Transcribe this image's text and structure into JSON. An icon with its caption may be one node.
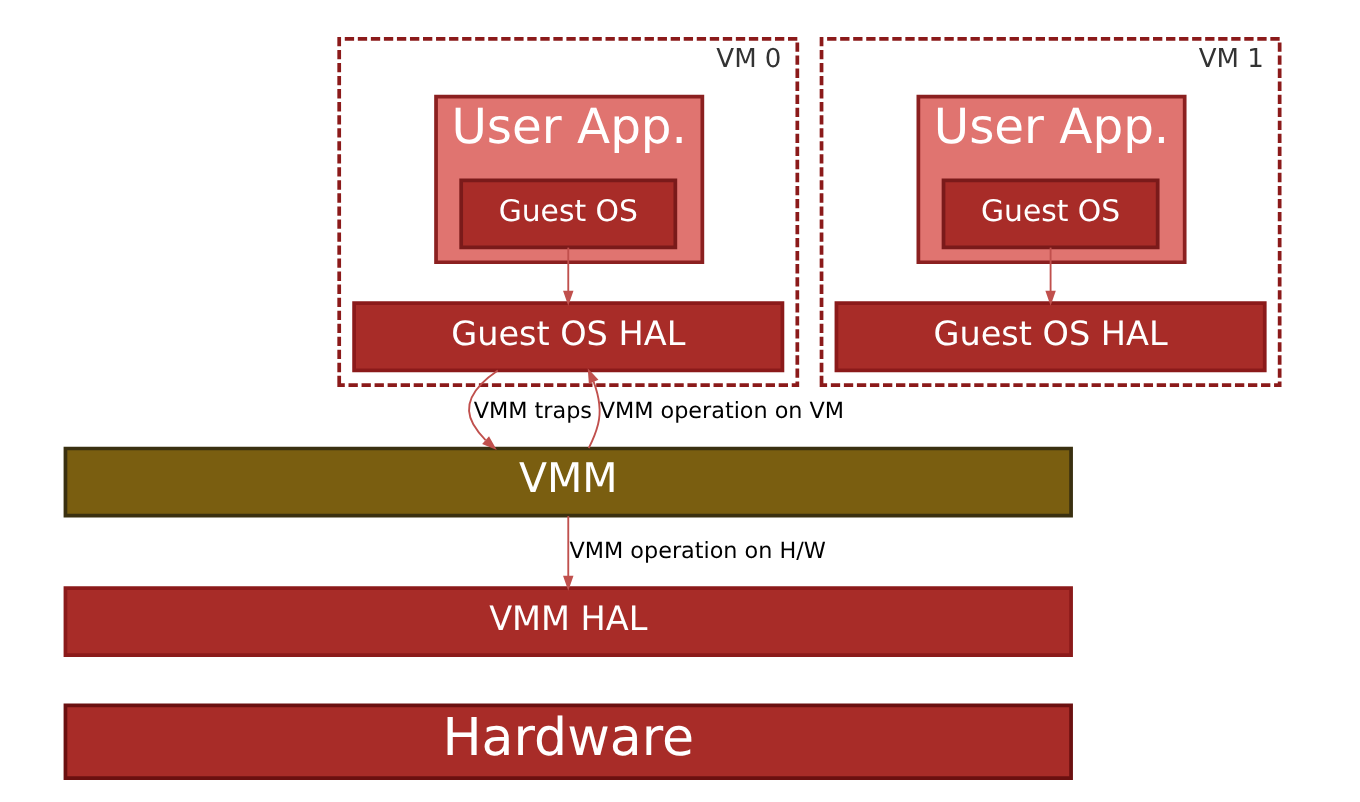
{
  "diagram": {
    "nodes": [
      {
        "text": [
          "VM 0"
        ]
      },
      {
        "text": [
          "User App."
        ],
        "in": 0
      },
      {
        "text": [
          "Guest OS"
        ],
        "in": 1
      },
      {
        "text": [
          "Guest OS HAL"
        ],
        "in": 0
      },
      {
        "text": [
          "VM 1"
        ]
      },
      {
        "text": [
          "User App."
        ],
        "in": 4
      },
      {
        "text": [
          "Guest OS"
        ],
        "in": 5
      },
      {
        "text": [
          "Guest OS HAL"
        ],
        "in": 4
      },
      {
        "text": [
          "VMM"
        ]
      },
      {
        "text": [
          "VMM HAL"
        ]
      },
      {
        "text": [
          "Hardware"
        ]
      }
    ],
    "edges": [
      {
        "from": 2,
        "to": 3,
        "arrow": "to"
      },
      {
        "from": 6,
        "to": 7,
        "arrow": "to"
      },
      {
        "from": 3,
        "to": 8,
        "arrow": "to",
        "label": "VMM traps"
      },
      {
        "from": 8,
        "to": 3,
        "arrow": "to",
        "label": "VMM operation on VM"
      },
      {
        "from": 8,
        "to": 9,
        "arrow": "to",
        "label": "VMM operation on H/W"
      }
    ]
  }
}
